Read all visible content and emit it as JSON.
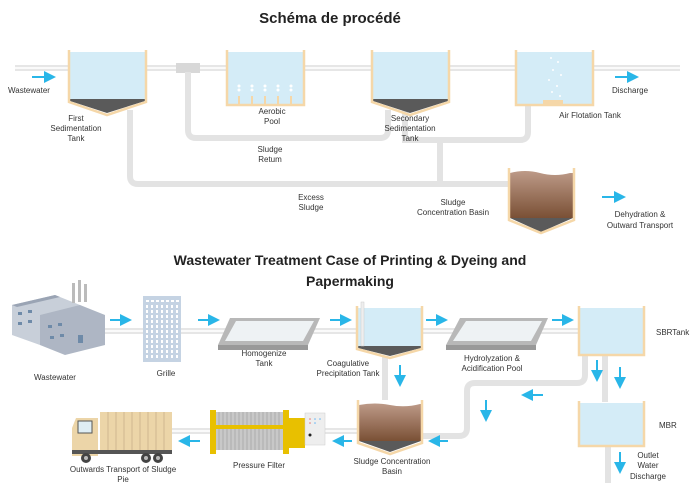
{
  "diagram1": {
    "title": "Schéma de procédé",
    "labels": {
      "wastewater": "Wastewater",
      "first_tank_1": "First",
      "first_tank_2": "Sedimentation",
      "first_tank_3": "Tank",
      "aerobic_1": "Aerobic",
      "aerobic_2": "Pool",
      "secondary_1": "Secondary",
      "secondary_2": "Sedimentation",
      "secondary_3": "Tank",
      "air_flotation": "Air Flotation Tank",
      "discharge": "Discharge",
      "sludge_return_1": "Sludge",
      "sludge_return_2": "Retum",
      "excess_1": "Excess",
      "excess_2": "Sludge",
      "concentration_1": "Sludge",
      "concentration_2": "Concentration Basin",
      "dehydration_1": "Dehydration &",
      "dehydration_2": "Outward Transport"
    }
  },
  "diagram2": {
    "title_line1": "Wastewater Treatment Case of Printing & Dyeing and",
    "title_line2": "Papermaking",
    "labels": {
      "wastewater": "Wastewater",
      "grille": "Grille",
      "homogenize_1": "Homogenize",
      "homogenize_2": "Tank",
      "coagulative_1": "Coagulative",
      "coagulative_2": "Precipitation Tank",
      "hydrolyzation_1": "Hydrolyzation &",
      "hydrolyzation_2": "Acidification Pool",
      "sbr": "SBRTank",
      "mbr": "MBR",
      "outlet_1": "Outlet",
      "outlet_2": "Water",
      "outlet_3": "Discharge",
      "sludge_basin_1": "Sludge Concentration",
      "sludge_basin_2": "Basin",
      "pressure_filter": "Pressure Filter",
      "transport_1": "Outwards Transport of Sludge",
      "transport_2": "Pie"
    }
  },
  "colors": {
    "water": "#d4ecf7",
    "tank_wall": "#f5d7a8",
    "sludge": "#5a5a5a",
    "arrow": "#29b6e8",
    "pipe": "#e3e3e3",
    "brown_top": "#b89080",
    "brown_bottom": "#7a5035",
    "filter_yellow": "#e8c000"
  }
}
